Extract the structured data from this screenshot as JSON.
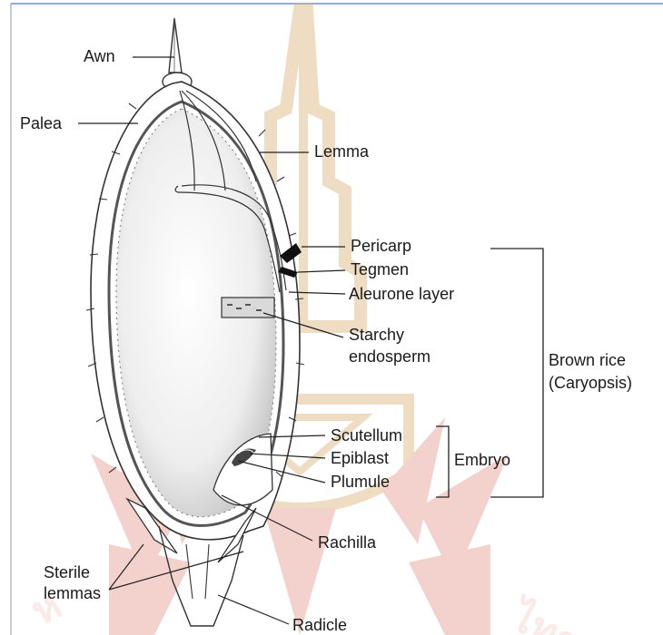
{
  "labels": {
    "awn": "Awn",
    "palea": "Palea",
    "lemma": "Lemma",
    "pericarp": "Pericarp",
    "tegmen": "Tegmen",
    "aleurone": "Aleurone layer",
    "starchy_1": "Starchy",
    "starchy_2": "endosperm",
    "brown_rice_1": "Brown rice",
    "brown_rice_2": "(Caryopsis)",
    "scutellum": "Scutellum",
    "epiblast": "Epiblast",
    "plumule": "Plumule",
    "embryo": "Embryo",
    "rachilla": "Rachilla",
    "sterile_1": "Sterile",
    "sterile_2": "lemmas",
    "radicle": "Radicle"
  },
  "watermark": {
    "text_left": "ห",
    "text_right": "ไทร",
    "color": "#e59a90"
  },
  "colors": {
    "grain_fill": "#f4f4f4",
    "hull_stroke": "#333333",
    "watermark_red": "#e59a90",
    "watermark_gold": "#d8b27a",
    "border_blue": "#6b8fd6"
  }
}
